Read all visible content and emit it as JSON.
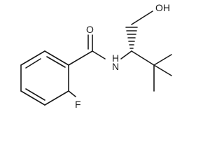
{
  "molecule": {
    "atoms": {
      "oxygen_carbonyl": "O",
      "nitrogen": "H\nN",
      "nitrogen_letter": "N",
      "nitrogen_h": "H",
      "hydroxyl": "OH",
      "fluorine": "F"
    },
    "colors": {
      "bond": "#1a1a1a",
      "background": "#ffffff"
    }
  }
}
